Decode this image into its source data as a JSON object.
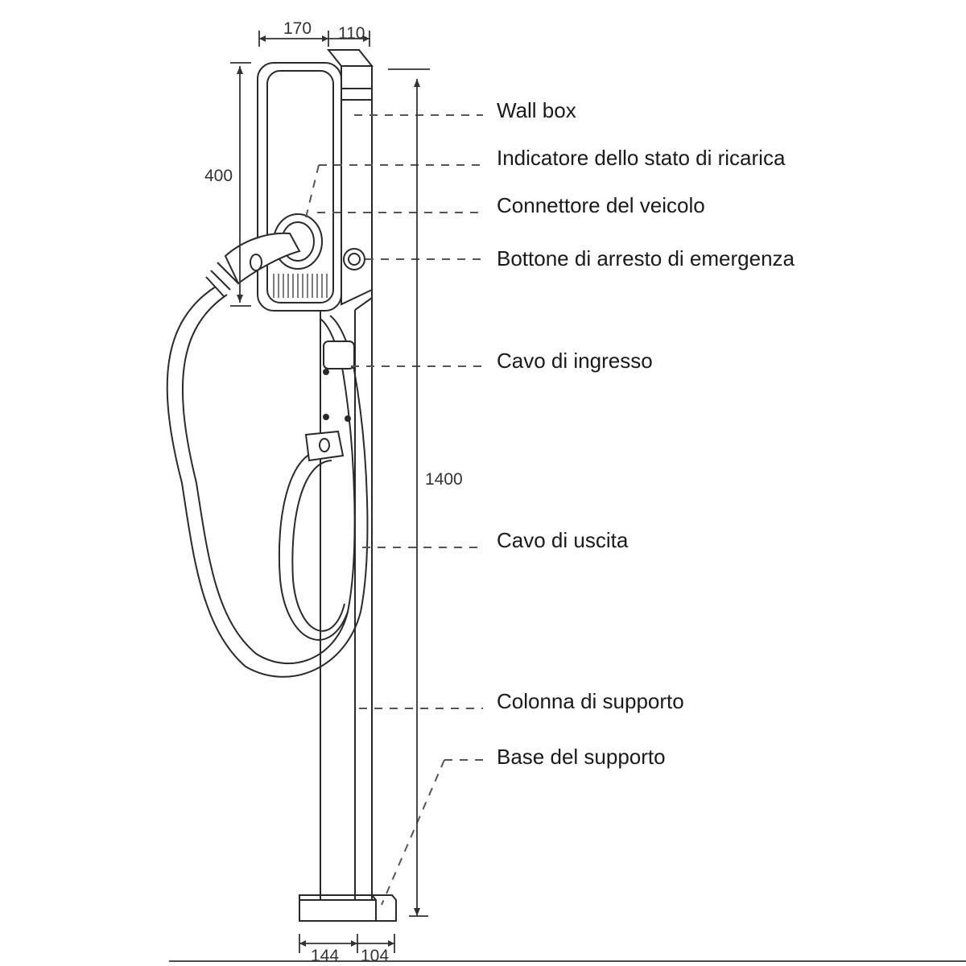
{
  "dimensions": {
    "top_width": "170",
    "top_depth": "110",
    "box_height": "400",
    "total_height": "1400",
    "base_width": "144",
    "base_depth": "104"
  },
  "labels": {
    "wall_box": "Wall box",
    "status_indicator": "Indicatore dello stato di ricarica",
    "vehicle_connector": "Connettore del veicolo",
    "emergency_button": "Bottone di arresto di emergenza",
    "input_cable": "Cavo di ingresso",
    "output_cable": "Cavo di uscita",
    "support_column": "Colonna di supporto",
    "support_base": "Base del supporto"
  }
}
